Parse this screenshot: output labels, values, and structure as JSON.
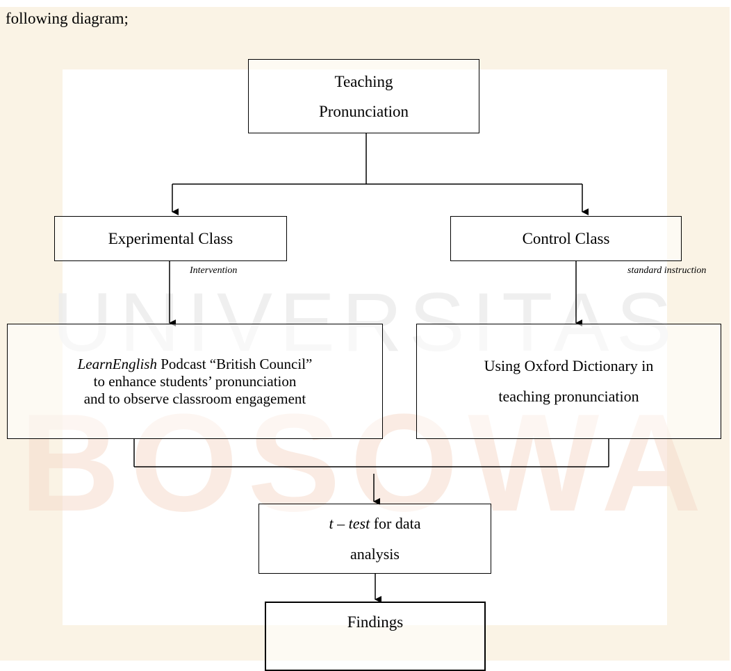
{
  "intro_text": "following diagram;",
  "watermark": {
    "text_top": "UNIVERSITAS",
    "text_bottom": "BOSOWA",
    "colors": [
      "#f2d7c8",
      "#ead9a8"
    ]
  },
  "nodes": {
    "top": {
      "line1": "Teaching",
      "line2": "Pronunciation"
    },
    "experimental": {
      "label": "Experimental Class"
    },
    "control": {
      "label": "Control Class"
    },
    "podcast": {
      "italic_part": "LearnEnglish",
      "line1_rest": " Podcast “British Council”",
      "line2": "to enhance students’ pronunciation",
      "line3": "and to observe classroom engagement"
    },
    "dictionary": {
      "line1": "Using Oxford Dictionary in",
      "line2": "teaching pronunciation"
    },
    "ttest": {
      "italic_part": "t – test",
      "line1_rest": " for data",
      "line2": "analysis"
    },
    "findings": {
      "label": "Findings"
    }
  },
  "edge_labels": {
    "left": "Intervention",
    "right": "standard instruction"
  }
}
